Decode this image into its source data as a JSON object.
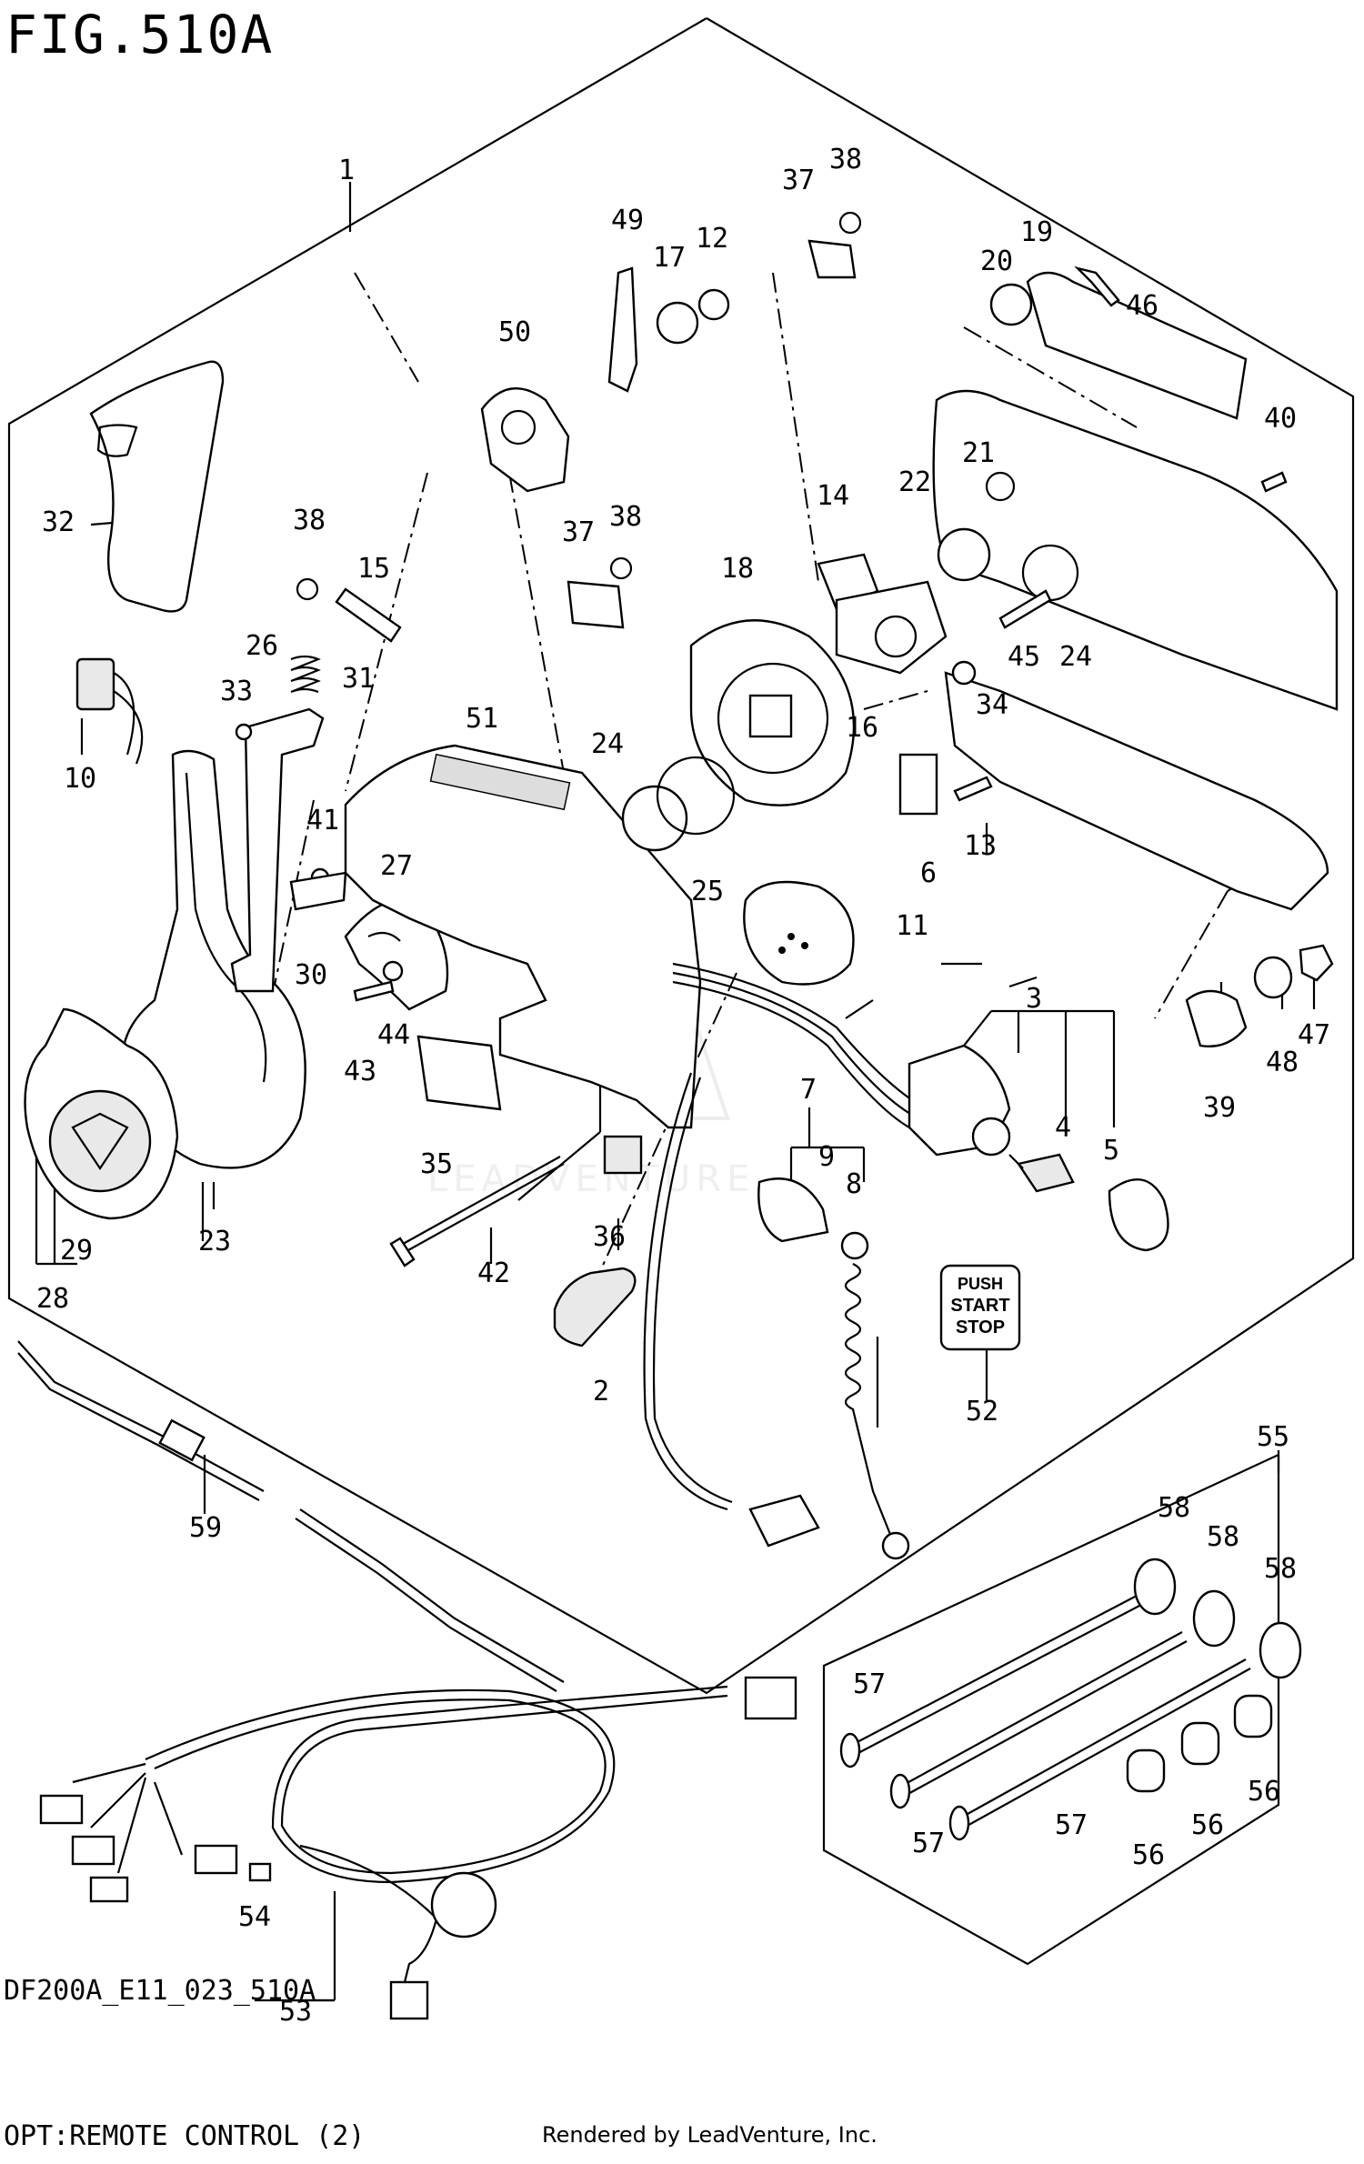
{
  "figure": {
    "title": "FIG.510A",
    "model_code": "DF200A_E11_023_510A",
    "subtitle": "OPT:REMOTE CONTROL (2)",
    "credit": "Rendered by LeadVenture, Inc.",
    "watermark": "LEADVENTURE"
  },
  "push_button": {
    "line1": "PUSH",
    "line2": "START",
    "line3": "STOP"
  },
  "callouts": [
    "1",
    "2",
    "3",
    "4",
    "5",
    "6",
    "7",
    "8",
    "9",
    "10",
    "11",
    "12",
    "13",
    "14",
    "15",
    "16",
    "17",
    "18",
    "19",
    "20",
    "21",
    "22",
    "23",
    "24",
    "25",
    "26",
    "27",
    "28",
    "29",
    "30",
    "31",
    "32",
    "33",
    "34",
    "35",
    "36",
    "37",
    "38",
    "39",
    "40",
    "41",
    "42",
    "43",
    "44",
    "45",
    "46",
    "47",
    "48",
    "49",
    "50",
    "51",
    "52",
    "53",
    "54",
    "55",
    "56",
    "57",
    "58",
    "59"
  ]
}
